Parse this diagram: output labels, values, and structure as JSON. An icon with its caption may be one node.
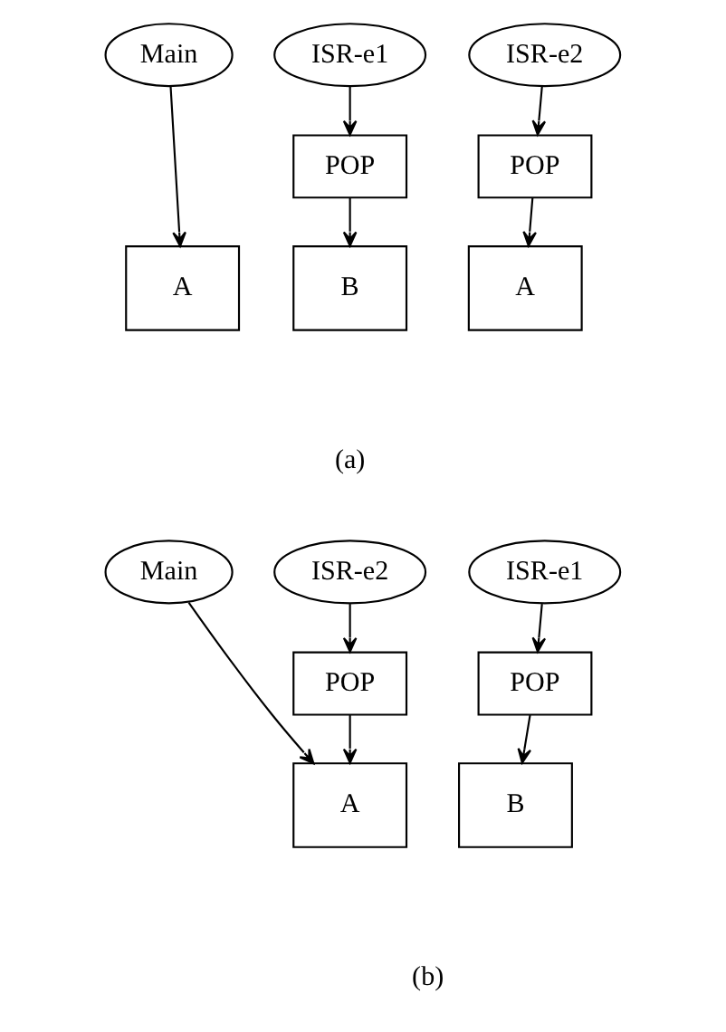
{
  "diagram": {
    "nodes": [
      {
        "text": [
          "Main"
        ]
      },
      {
        "text": [
          "ISR-e1"
        ]
      },
      {
        "text": [
          "ISR-e2"
        ]
      },
      {
        "text": [
          "POP"
        ]
      },
      {
        "text": [
          "POP"
        ]
      },
      {
        "text": [
          "A"
        ]
      },
      {
        "text": [
          "B"
        ]
      },
      {
        "text": [
          "A"
        ]
      },
      {
        "text": [
          "Main"
        ]
      },
      {
        "text": [
          "ISR-e2"
        ]
      },
      {
        "text": [
          "ISR-e1"
        ]
      },
      {
        "text": [
          "POP"
        ]
      },
      {
        "text": [
          "POP"
        ]
      },
      {
        "text": [
          "A"
        ]
      },
      {
        "text": [
          "B"
        ]
      }
    ],
    "edges": [
      {
        "from": 0,
        "to": 5,
        "arrow": "to"
      },
      {
        "from": 1,
        "to": 3,
        "arrow": "to"
      },
      {
        "from": 3,
        "to": 6,
        "arrow": "to"
      },
      {
        "from": 2,
        "to": 4,
        "arrow": "to"
      },
      {
        "from": 4,
        "to": 7,
        "arrow": "to"
      },
      {
        "from": 8,
        "to": 13,
        "arrow": "to"
      },
      {
        "from": 9,
        "to": 11,
        "arrow": "to"
      },
      {
        "from": 11,
        "to": 13,
        "arrow": "to"
      },
      {
        "from": 10,
        "to": 12,
        "arrow": "to"
      },
      {
        "from": 12,
        "to": 14,
        "arrow": "to"
      }
    ],
    "labels": [
      "(a)",
      "(b)"
    ]
  }
}
